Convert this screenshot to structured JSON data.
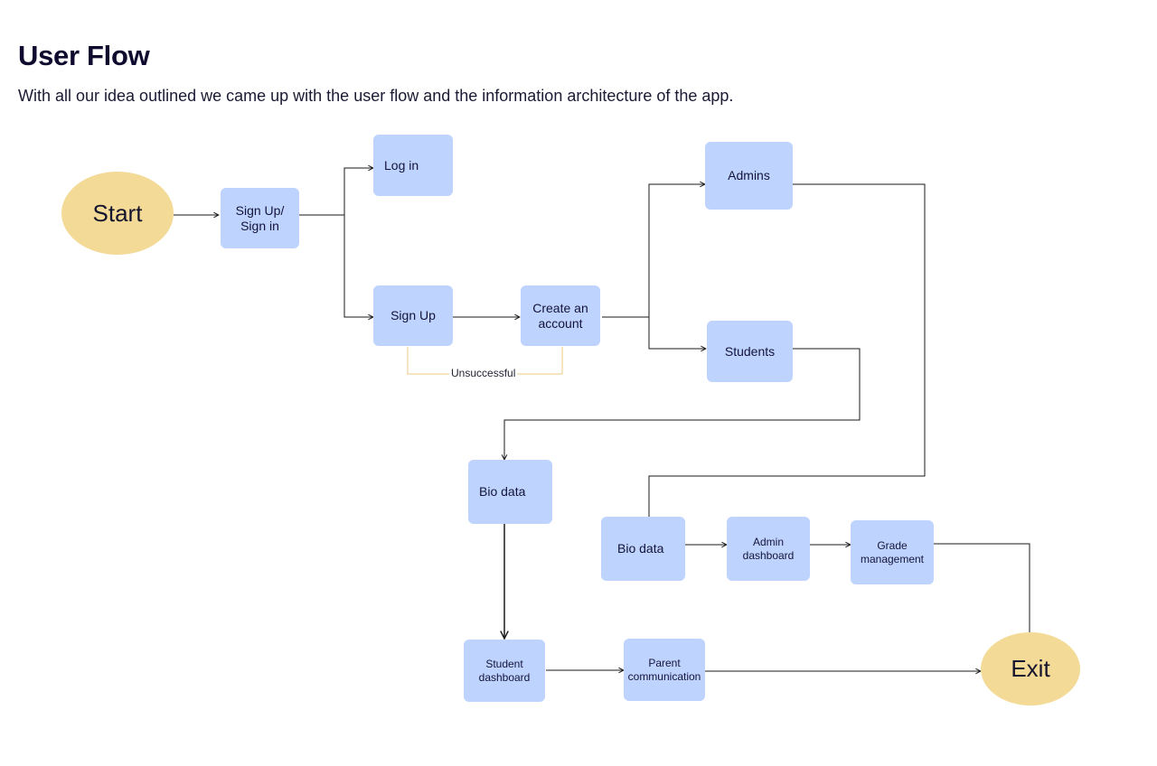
{
  "header": {
    "title": "User Flow",
    "subtitle": "With all our idea outlined we came up with the user flow and the information architecture of the app."
  },
  "nodes": {
    "start": "Start",
    "signup_signin": "Sign Up/\nSign in",
    "login": "Log in",
    "signup": "Sign Up",
    "create_account": "Create an\naccount",
    "admins": "Admins",
    "students": "Students",
    "bio_data_student": "Bio data",
    "bio_data_admin": "Bio data",
    "admin_dashboard": "Admin\ndashboard",
    "grade_management": "Grade\nmanagement",
    "student_dashboard": "Student\ndashboard",
    "parent_communication": "Parent\ncommunication",
    "exit": "Exit"
  },
  "edges": {
    "unsuccessful_label": "Unsuccessful"
  },
  "colors": {
    "node_fill": "#bed3fd",
    "terminal_fill": "#f3da96",
    "line": "#1a1a1a",
    "retry_line": "#f3dcae"
  }
}
